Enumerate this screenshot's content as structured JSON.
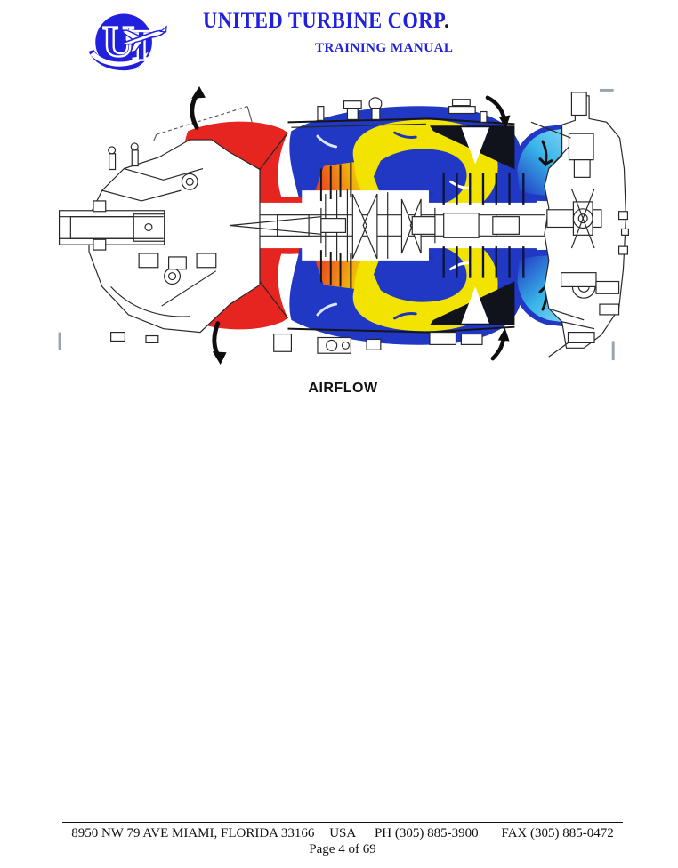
{
  "header": {
    "title": "UNITED TURBINE CORP",
    "title_period": ".",
    "subtitle": "TRAINING MANUAL",
    "logo_monogram": "UT"
  },
  "figure": {
    "caption": "AIRFLOW",
    "description": "Color-coded airflow cross-section of a PT6 turboprop engine: red intake air, orange/yellow compression and combustion flow, blue turbine gas path, cyan exhaust"
  },
  "footer": {
    "address": "8950 NW 79 AVE  MIAMI, FLORIDA 33166",
    "country": "USA",
    "phone": "PH (305) 885-3900",
    "fax": "FAX (305) 885-0472",
    "page": "Page 4 of 69"
  },
  "colors": {
    "title_blue": "#2121dd",
    "intake_red": "#e62420",
    "compression_orange": "#f08018",
    "combustion_yellow": "#f2e400",
    "turbine_blue": "#2038c4",
    "exhaust_cyan": "#38b4e8",
    "lineart_black": "#262626"
  }
}
